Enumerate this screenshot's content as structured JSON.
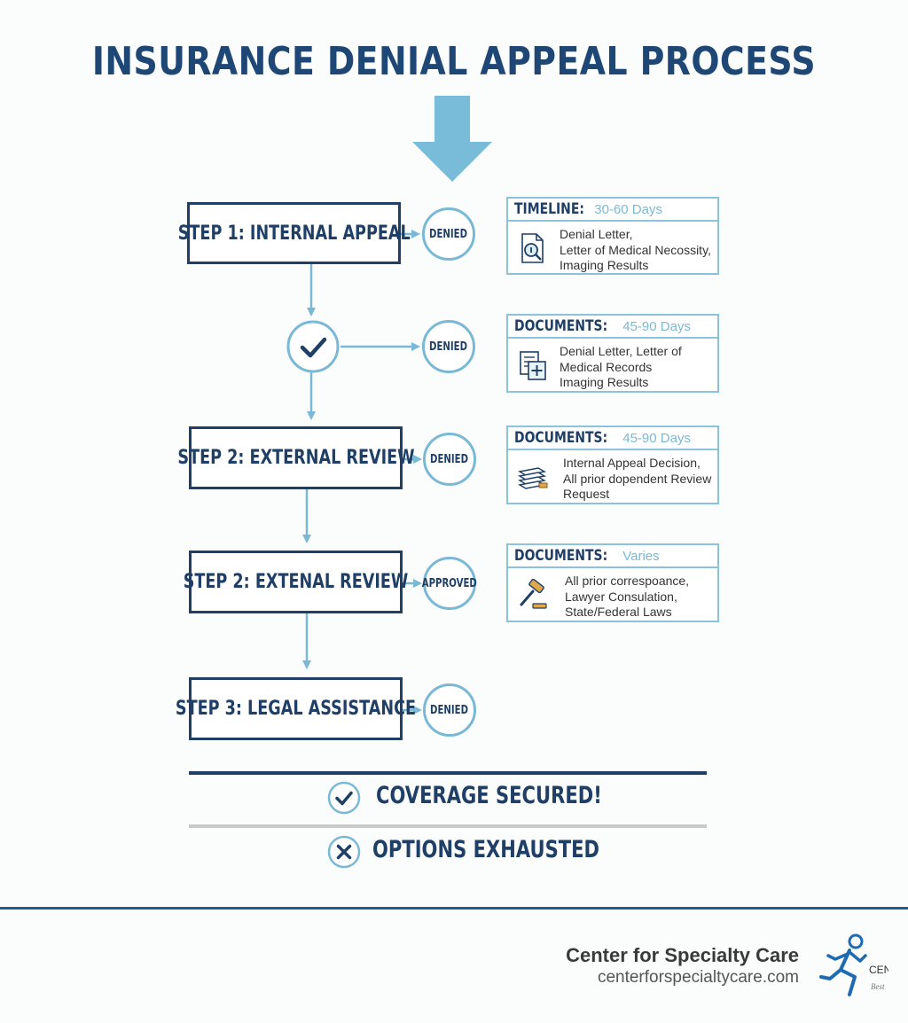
{
  "title": "INSURANCE DENIAL APPEAL PROCESS",
  "steps": [
    {
      "label": "STEP 1: INTERNAL APPEAL",
      "badge": "DENIED"
    },
    {
      "badge": "DENIED"
    },
    {
      "label": "STEP 2: EXTERNAL REVIEW",
      "badge": "DENIED"
    },
    {
      "label": "STEP 2: EXTENAL REVIEW",
      "badge": "APPROVED"
    },
    {
      "label": "STEP 3: LEGAL ASSISTANCE",
      "badge": "DENIED"
    }
  ],
  "cards": [
    {
      "label": "TIMELINE:",
      "value": "30-60 Days",
      "icon": "document-magnifier-icon",
      "lines": [
        "Denial Letter,",
        "Letter of Medical Necossity,",
        "Imaging Results"
      ]
    },
    {
      "label": "DOCUMENTS:",
      "value": "45-90 Days",
      "icon": "medical-documents-icon",
      "lines": [
        "Denial Letter, Letter of",
        "Medical Records",
        "Imaging Results"
      ]
    },
    {
      "label": "DOCUMENTS:",
      "value": "45-90 Days",
      "icon": "document-stack-icon",
      "lines": [
        "Internal Appeal Decision,",
        "All prior dopendent Review",
        "Request"
      ]
    },
    {
      "label": "DOCUMENTS:",
      "value": "Varies",
      "icon": "gavel-icon",
      "lines": [
        "All prior correspoance,",
        "Lawyer Consulation,",
        "State/Federal Laws"
      ]
    }
  ],
  "outcomes": {
    "secured": "COVERAGE SECURED!",
    "exhausted": "OPTIONS EXHAUSTED"
  },
  "footer": {
    "org_name": "Center for Specialty Care",
    "url": "centerforspecialtycare.com",
    "logo_text": "CEN",
    "logo_subtext": "Best"
  },
  "colors": {
    "navy": "#1f3f66",
    "light_blue": "#7ab9d6",
    "big_arrow": "#79bcd9",
    "divider": "#1f5f99"
  }
}
